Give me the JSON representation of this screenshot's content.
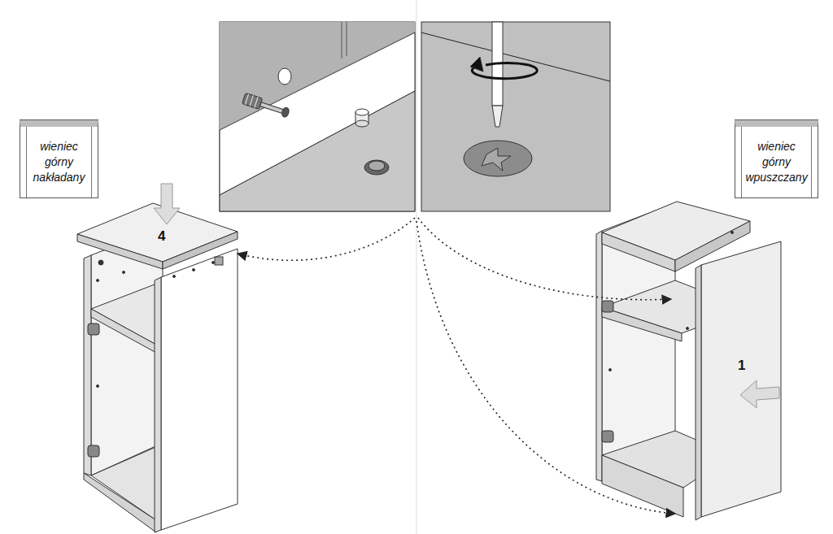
{
  "diagram": {
    "nodes": [
      {
        "text": [
          "wieniec górny nakładany"
        ]
      },
      {
        "text": [
          "wieniec górny wpuszczany"
        ]
      }
    ],
    "labels": [
      "4",
      "1"
    ]
  }
}
